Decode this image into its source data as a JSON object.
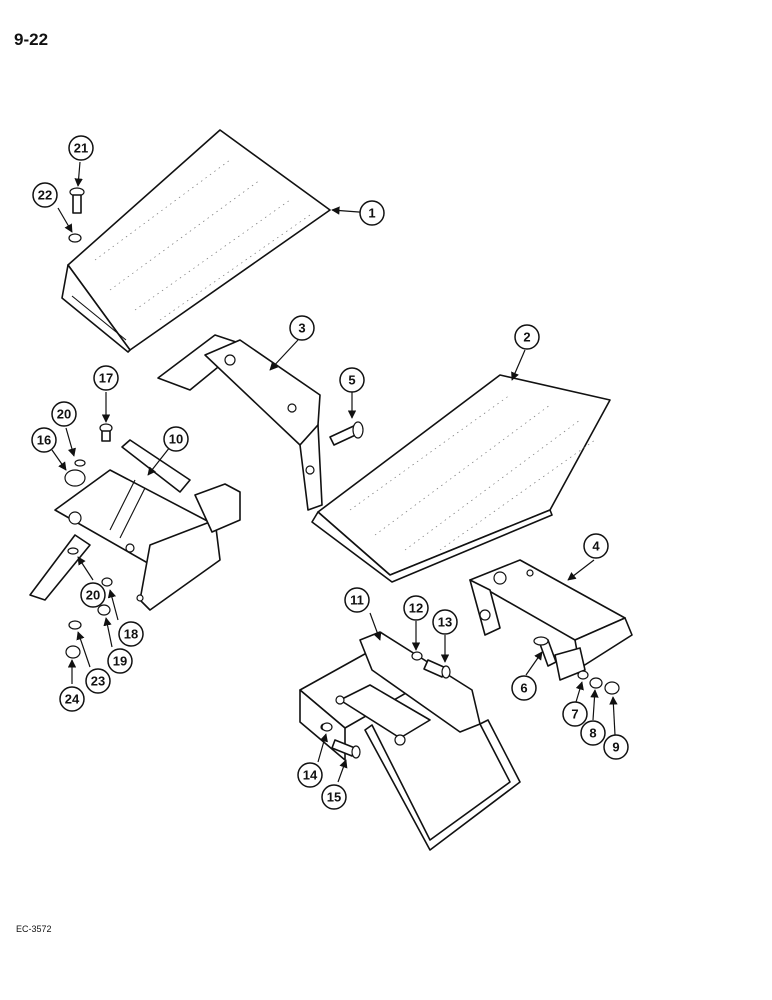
{
  "page": {
    "number": "9-22",
    "reference_code": "EC-3572"
  },
  "callouts": [
    "1",
    "2",
    "3",
    "4",
    "5",
    "6",
    "7",
    "8",
    "9",
    "10",
    "11",
    "12",
    "13",
    "14",
    "15",
    "16",
    "17",
    "18",
    "19",
    "20",
    "20",
    "21",
    "22",
    "23",
    "24"
  ]
}
